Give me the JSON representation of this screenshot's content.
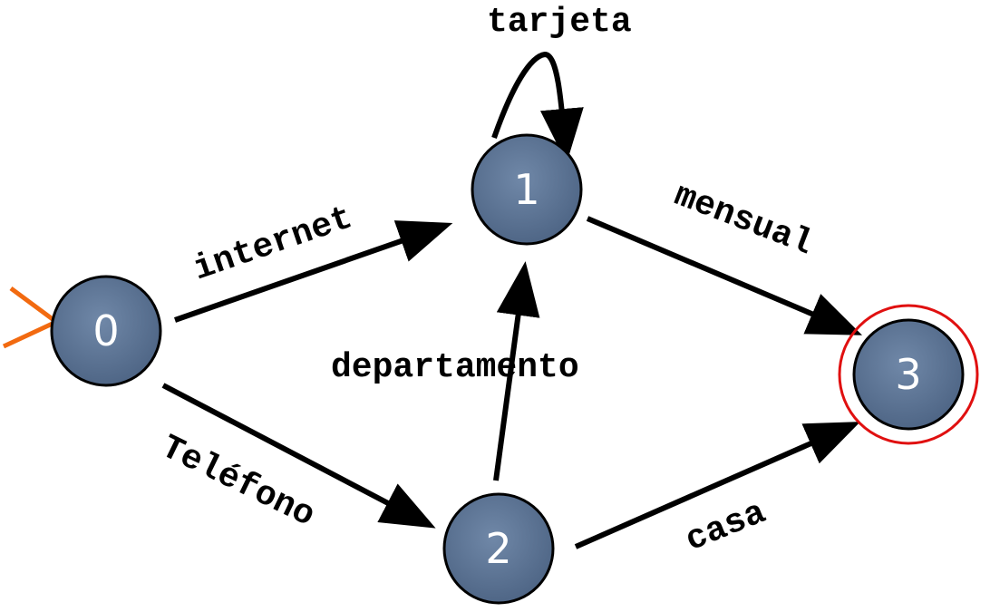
{
  "states": [
    {
      "id": "s0",
      "label": "0"
    },
    {
      "id": "s1",
      "label": "1"
    },
    {
      "id": "s2",
      "label": "2"
    },
    {
      "id": "s3",
      "label": "3",
      "final": true
    }
  ],
  "start_state": "0",
  "transitions": [
    {
      "from": "0",
      "to": "1",
      "label": "internet"
    },
    {
      "from": "0",
      "to": "2",
      "label": "Teléfono"
    },
    {
      "from": "1",
      "to": "1",
      "label": "tarjeta"
    },
    {
      "from": "2",
      "to": "1",
      "label": "departamento"
    },
    {
      "from": "1",
      "to": "3",
      "label": "mensual"
    },
    {
      "from": "2",
      "to": "3",
      "label": "casa"
    }
  ],
  "colors": {
    "state_fill": "#5a7191",
    "final_ring": "#e01010",
    "start_marker": "#f26a10",
    "edge": "#000000"
  }
}
